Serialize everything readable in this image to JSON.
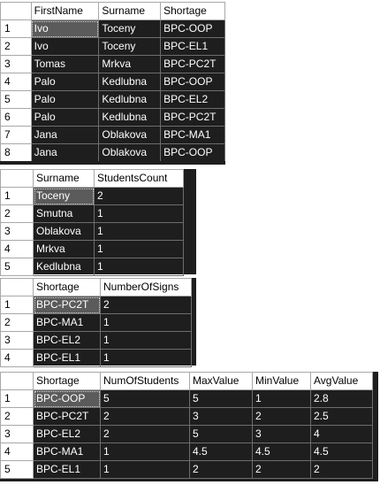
{
  "grid1": {
    "columns": [
      "FirstName",
      "Surname",
      "Shortage"
    ],
    "rows": [
      {
        "num": "1",
        "cells": [
          "Ivo",
          "Toceny",
          "BPC-OOP"
        ]
      },
      {
        "num": "2",
        "cells": [
          "Ivo",
          "Toceny",
          "BPC-EL1"
        ]
      },
      {
        "num": "3",
        "cells": [
          "Tomas",
          "Mrkva",
          "BPC-PC2T"
        ]
      },
      {
        "num": "4",
        "cells": [
          "Palo",
          "Kedlubna",
          "BPC-OOP"
        ]
      },
      {
        "num": "5",
        "cells": [
          "Palo",
          "Kedlubna",
          "BPC-EL2"
        ]
      },
      {
        "num": "6",
        "cells": [
          "Palo",
          "Kedlubna",
          "BPC-PC2T"
        ]
      },
      {
        "num": "7",
        "cells": [
          "Jana",
          "Oblakova",
          "BPC-MA1"
        ]
      },
      {
        "num": "8",
        "cells": [
          "Jana",
          "Oblakova",
          "BPC-OOP"
        ]
      }
    ]
  },
  "grid2": {
    "columns": [
      "Surname",
      "StudentsCount"
    ],
    "rows": [
      {
        "num": "1",
        "cells": [
          "Toceny",
          "2"
        ]
      },
      {
        "num": "2",
        "cells": [
          "Smutna",
          "1"
        ]
      },
      {
        "num": "3",
        "cells": [
          "Oblakova",
          "1"
        ]
      },
      {
        "num": "4",
        "cells": [
          "Mrkva",
          "1"
        ]
      },
      {
        "num": "5",
        "cells": [
          "Kedlubna",
          "1"
        ]
      }
    ]
  },
  "grid3": {
    "columns": [
      "Shortage",
      "NumberOfSigns"
    ],
    "rows": [
      {
        "num": "1",
        "cells": [
          "BPC-PC2T",
          "2"
        ]
      },
      {
        "num": "2",
        "cells": [
          "BPC-MA1",
          "1"
        ]
      },
      {
        "num": "3",
        "cells": [
          "BPC-EL2",
          "1"
        ]
      },
      {
        "num": "4",
        "cells": [
          "BPC-EL1",
          "1"
        ]
      }
    ]
  },
  "grid4": {
    "columns": [
      "Shortage",
      "NumOfStudents",
      "MaxValue",
      "MinValue",
      "AvgValue"
    ],
    "rows": [
      {
        "num": "1",
        "cells": [
          "BPC-OOP",
          "5",
          "5",
          "1",
          "2.8"
        ]
      },
      {
        "num": "2",
        "cells": [
          "BPC-PC2T",
          "2",
          "3",
          "2",
          "2.5"
        ]
      },
      {
        "num": "3",
        "cells": [
          "BPC-EL2",
          "2",
          "5",
          "3",
          "4"
        ]
      },
      {
        "num": "4",
        "cells": [
          "BPC-MA1",
          "1",
          "4.5",
          "4.5",
          "4.5"
        ]
      },
      {
        "num": "5",
        "cells": [
          "BPC-EL1",
          "1",
          "2",
          "2",
          "2"
        ]
      }
    ]
  }
}
